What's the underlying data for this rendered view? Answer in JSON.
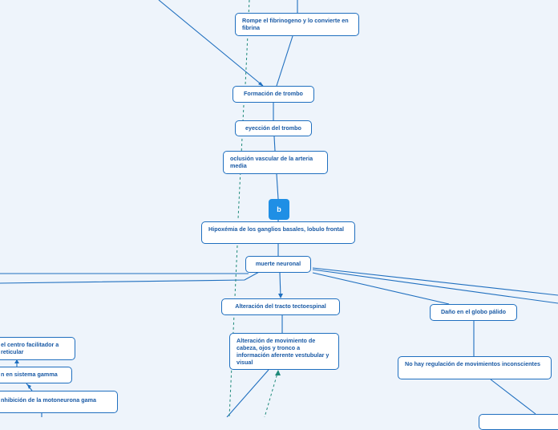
{
  "colors": {
    "background": "#eef4fb",
    "border": "#1f6fbf",
    "text": "#1a5aa5",
    "badge": "#1f8fe5"
  },
  "badge": {
    "label": "b"
  },
  "nodes": {
    "fibrinogeno": "Rompe el fibrinogeno y lo convierte en fibrina",
    "formacion_trombo": "Formación de trombo",
    "eyeccion_trombo": "eyección del trombo",
    "oclusion": "oclusión vascular de la arteria media",
    "hipoxemia": "Hipoxémia de los ganglios basales, lobulo frontal",
    "muerte_neuronal": "muerte neuronal",
    "tracto_tectoespinal": "Alteración del tracto tectoespinal",
    "movimiento_cabeza": "Alteración de movimiento de cabeza, ojos y tronco a información aferente vestubular y visual",
    "globo_palido": "Daño en el globo pálido",
    "regulacion": "No hay regulación de movimientos inconscientes",
    "centro_facilitador": "el centro facilitador a reticular",
    "sistema_gamma": "n en sistema gamma",
    "inhibicion": "nhibición de la motoneurona gama"
  }
}
